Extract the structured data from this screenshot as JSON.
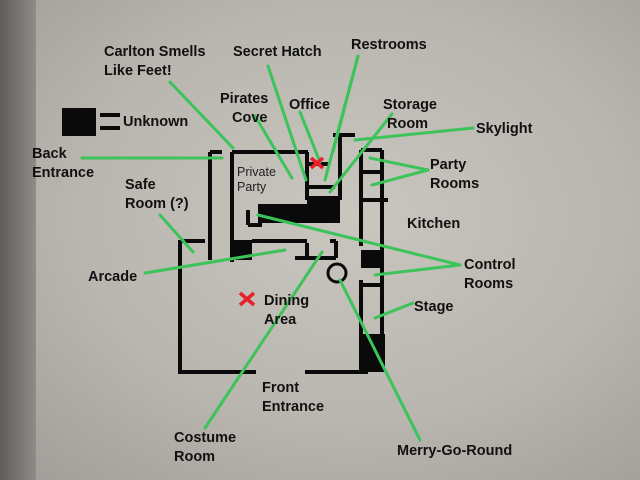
{
  "labels": {
    "carlton": [
      "Carlton Smells",
      "Like Feet!"
    ],
    "secret_hatch": "Secret Hatch",
    "restrooms": "Restrooms",
    "pirates_cove": [
      "Pirates",
      "Cove"
    ],
    "office": "Office",
    "storage_room": [
      "Storage",
      "Room"
    ],
    "skylight": "Skylight",
    "unknown": "Unknown",
    "back_entrance": [
      "Back",
      "Entrance"
    ],
    "private_party": [
      "Private",
      "Party"
    ],
    "party_rooms": [
      "Party",
      "Rooms"
    ],
    "safe_room": [
      "Safe",
      "Room (?)"
    ],
    "kitchen": "Kitchen",
    "control_rooms": [
      "Control",
      "Rooms"
    ],
    "arcade": "Arcade",
    "dining_area": [
      "Dining",
      "Area"
    ],
    "stage": "Stage",
    "front_entrance": [
      "Front",
      "Entrance"
    ],
    "costume_room": [
      "Costume",
      "Room"
    ],
    "merry_go_round": "Merry-Go-Round"
  },
  "colors": {
    "pointer": "#3cc35a",
    "marker": "#e8202a",
    "wall": "#0a0a0a"
  }
}
